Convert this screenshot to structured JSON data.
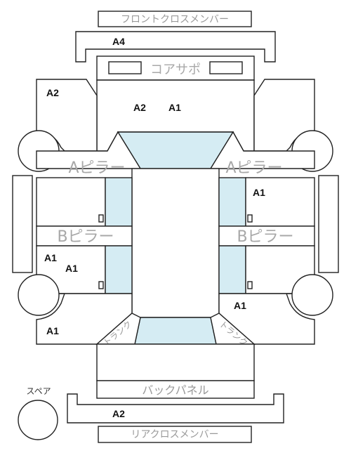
{
  "labels": {
    "front_cross_member": "フロントクロスメンバー",
    "core_support": "コアサポ",
    "a_pillar_left": "Aピラー",
    "a_pillar_right": "Aピラー",
    "b_pillar_left": "Bピラー",
    "b_pillar_right": "Bピラー",
    "back_panel": "バックパネル",
    "rear_cross_member": "リアクロスメンバー",
    "spare": "スペア",
    "trunk_left": "トランク",
    "trunk_right": "トランク"
  },
  "grades": {
    "front_cross": "A4",
    "front_left": "A2",
    "core_left": "A2",
    "core_right": "A1",
    "right_front_door": "A1",
    "left_rear_door_1": "A1",
    "left_rear_door_2": "A1",
    "right_rear_quarter": "A1",
    "left_rear_quarter": "A1",
    "rear_cross": "A2"
  },
  "colors": {
    "glass": "#d5ecf3",
    "outline": "#222222",
    "label_gray": "#9a9a9a"
  }
}
